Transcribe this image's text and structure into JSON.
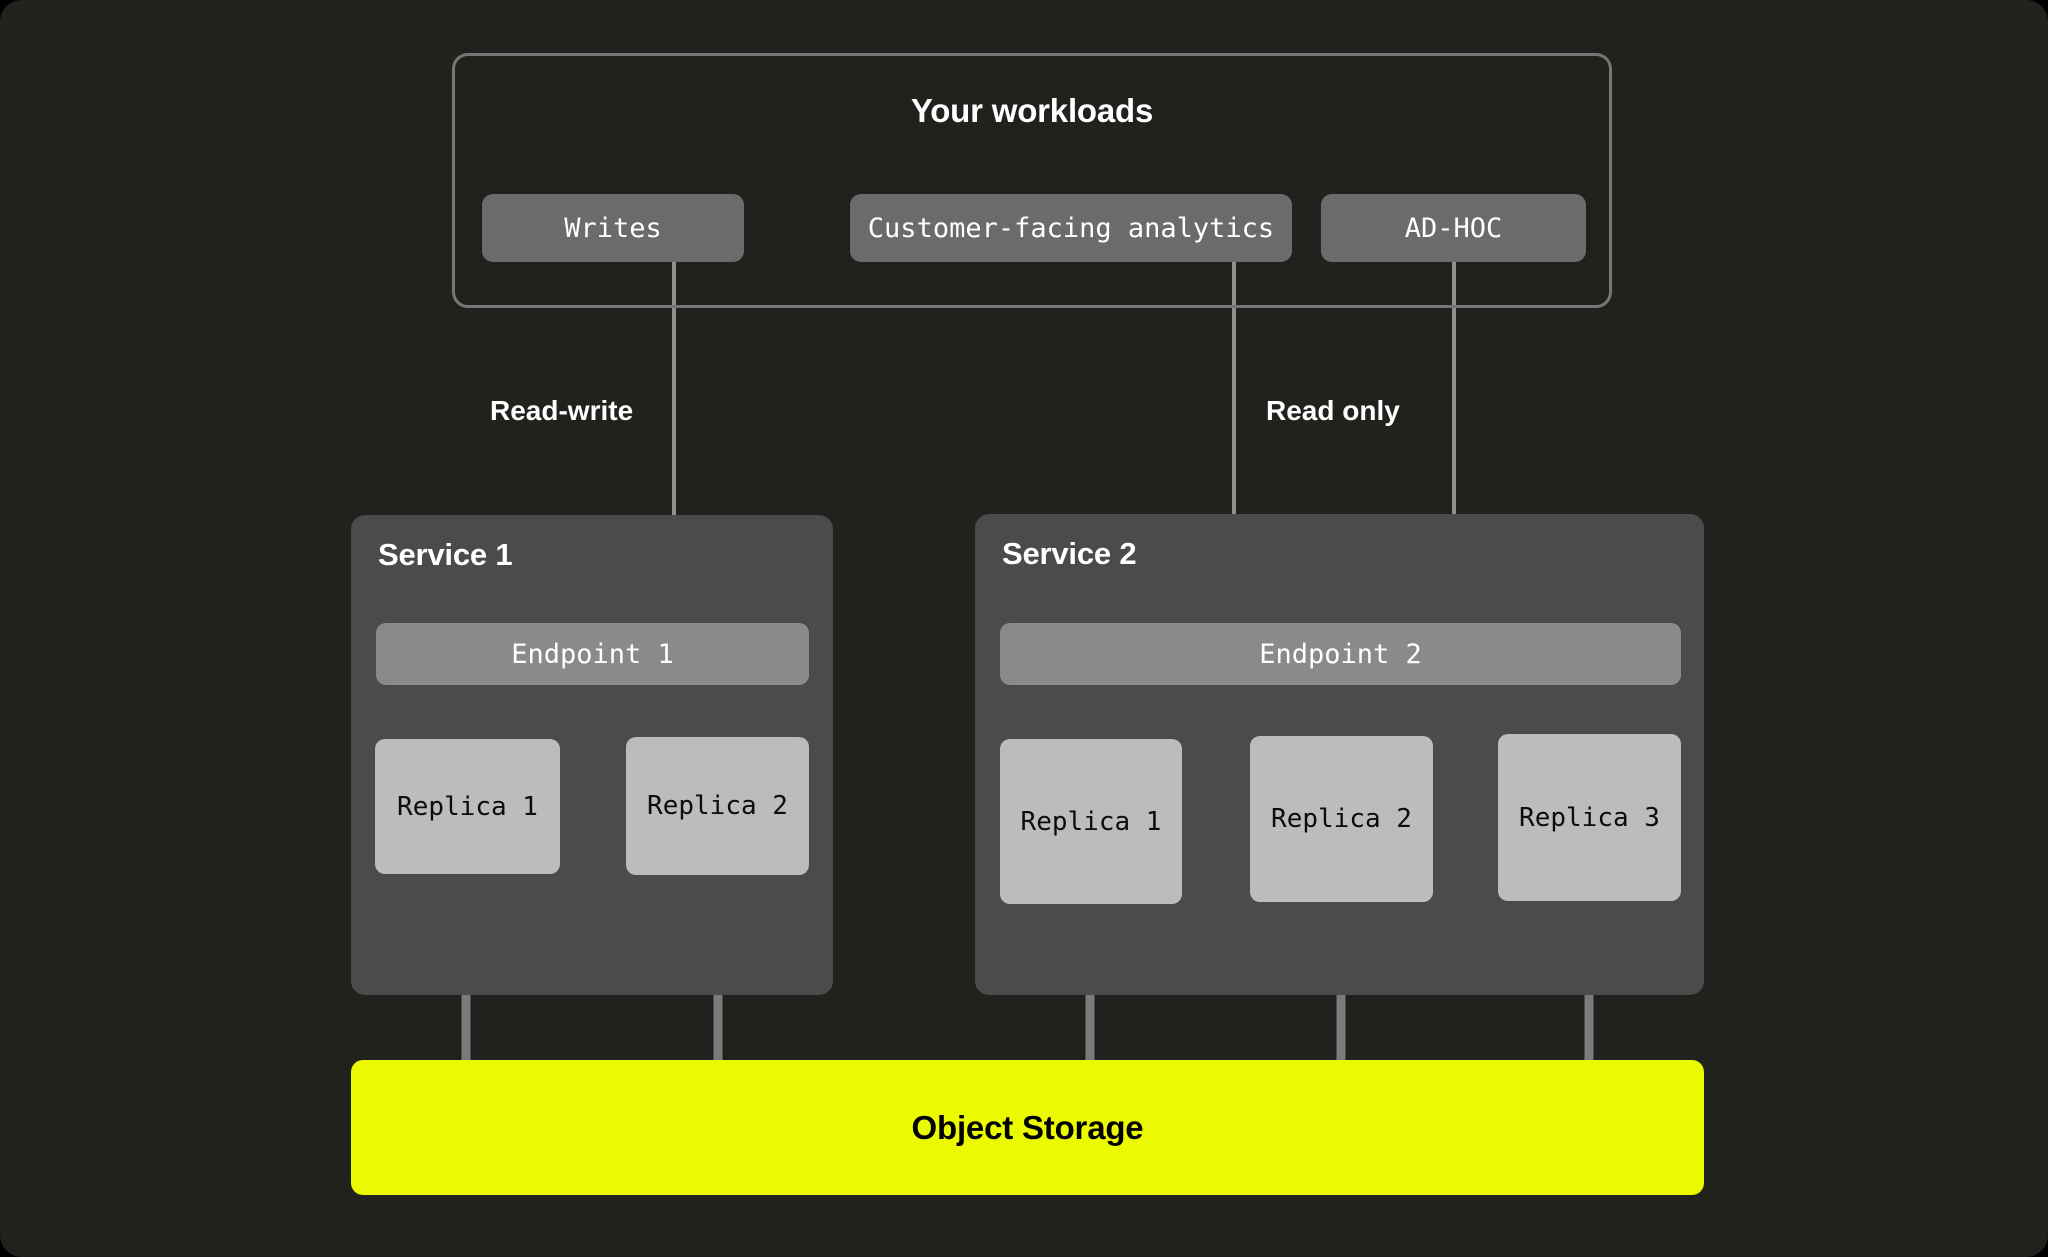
{
  "diagram": {
    "background_color": "#21222D",
    "accent_color": "#EBFA00"
  },
  "workloads": {
    "title": "Your workloads",
    "chips": [
      {
        "label": "Writes"
      },
      {
        "label": "Customer-facing analytics"
      },
      {
        "label": "AD-HOC"
      }
    ]
  },
  "flow_labels": {
    "read_write": "Read-write",
    "read_only": "Read only"
  },
  "services": [
    {
      "title": "Service 1",
      "endpoint": "Endpoint 1",
      "replicas": [
        {
          "label": "Replica 1"
        },
        {
          "label": "Replica 2"
        }
      ]
    },
    {
      "title": "Service 2",
      "endpoint": "Endpoint 2",
      "replicas": [
        {
          "label": "Replica 1"
        },
        {
          "label": "Replica 2"
        },
        {
          "label": "Replica 3"
        }
      ]
    }
  ],
  "storage": {
    "label": "Object Storage"
  }
}
